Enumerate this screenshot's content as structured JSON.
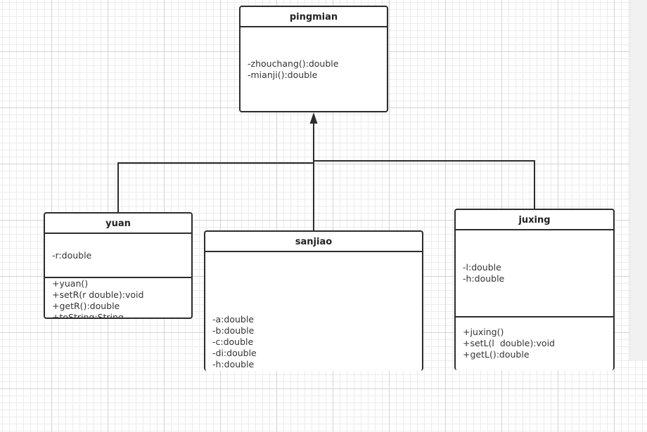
{
  "diagram": {
    "classes": [
      {
        "id": "pingmian",
        "name": "pingmian",
        "attributes": [
          "-zhouchang():double",
          "-mianji():double"
        ],
        "methods": []
      },
      {
        "id": "yuan",
        "name": "yuan",
        "attributes": [
          "-r:double"
        ],
        "methods": [
          "+yuan()",
          "+setR(r double):void",
          "+getR():double",
          "+toString:String"
        ]
      },
      {
        "id": "sanjiao",
        "name": "sanjiao",
        "attributes": [
          "-a:double",
          "-b:double",
          "-c:double",
          "-di:double",
          "-h:double"
        ],
        "methods": []
      },
      {
        "id": "juxing",
        "name": "juxing",
        "attributes": [
          "-l:double",
          "-h:double"
        ],
        "methods": [
          "+juxing()",
          "+setL(l  double):void",
          "+getL():double"
        ]
      }
    ],
    "relations": [
      {
        "type": "generalization",
        "from": "yuan",
        "to": "pingmian"
      },
      {
        "type": "generalization",
        "from": "sanjiao",
        "to": "pingmian"
      },
      {
        "type": "generalization",
        "from": "juxing",
        "to": "pingmian"
      }
    ],
    "colors": {
      "line": "#2c2c2c",
      "grid_major": "#d4d4d4",
      "grid_minor": "#ececec",
      "text": "#333333"
    }
  }
}
